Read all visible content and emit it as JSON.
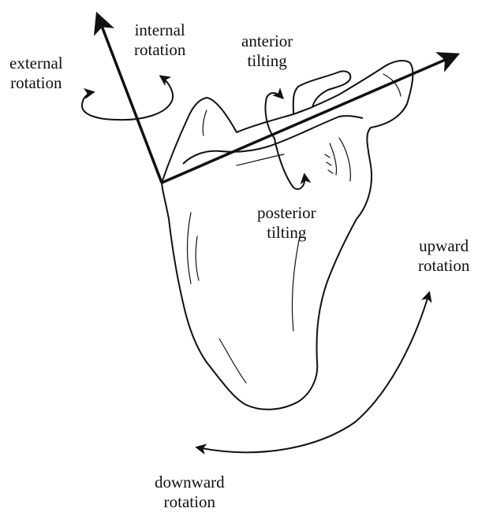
{
  "labels": {
    "internal_rotation": [
      "internal",
      "rotation"
    ],
    "external_rotation": [
      "external",
      "rotation"
    ],
    "anterior_tilting": [
      "anterior",
      "tilting"
    ],
    "posterior_tilting": [
      "posterior",
      "tilting"
    ],
    "upward_rotation": [
      "upward",
      "rotation"
    ],
    "downward_rotation": [
      "downward",
      "rotation"
    ]
  },
  "colors": {
    "ink": "#111111",
    "bone_fill": "#ffffff"
  },
  "icons": [
    "arrow-head-icon",
    "curved-rotation-arrow-icon"
  ]
}
